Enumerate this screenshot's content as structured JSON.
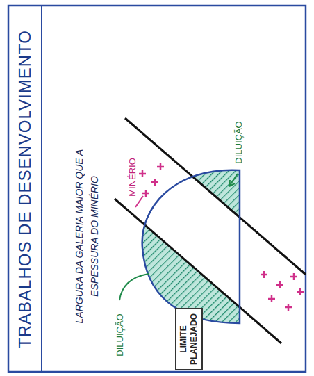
{
  "diagram": {
    "title": "TRABALHOS DE DESENVOLVIMENTO",
    "nodes": [
      {
        "text": [
          "LIMITE PLANEJADO"
        ]
      }
    ],
    "labels": [
      "LARGURA DA GALERIA MAIOR QUE A ESPESSURA DO MINÉRIO",
      "MINÉRIO",
      "DILUIÇÃO",
      "DILUIÇÃO"
    ]
  }
}
